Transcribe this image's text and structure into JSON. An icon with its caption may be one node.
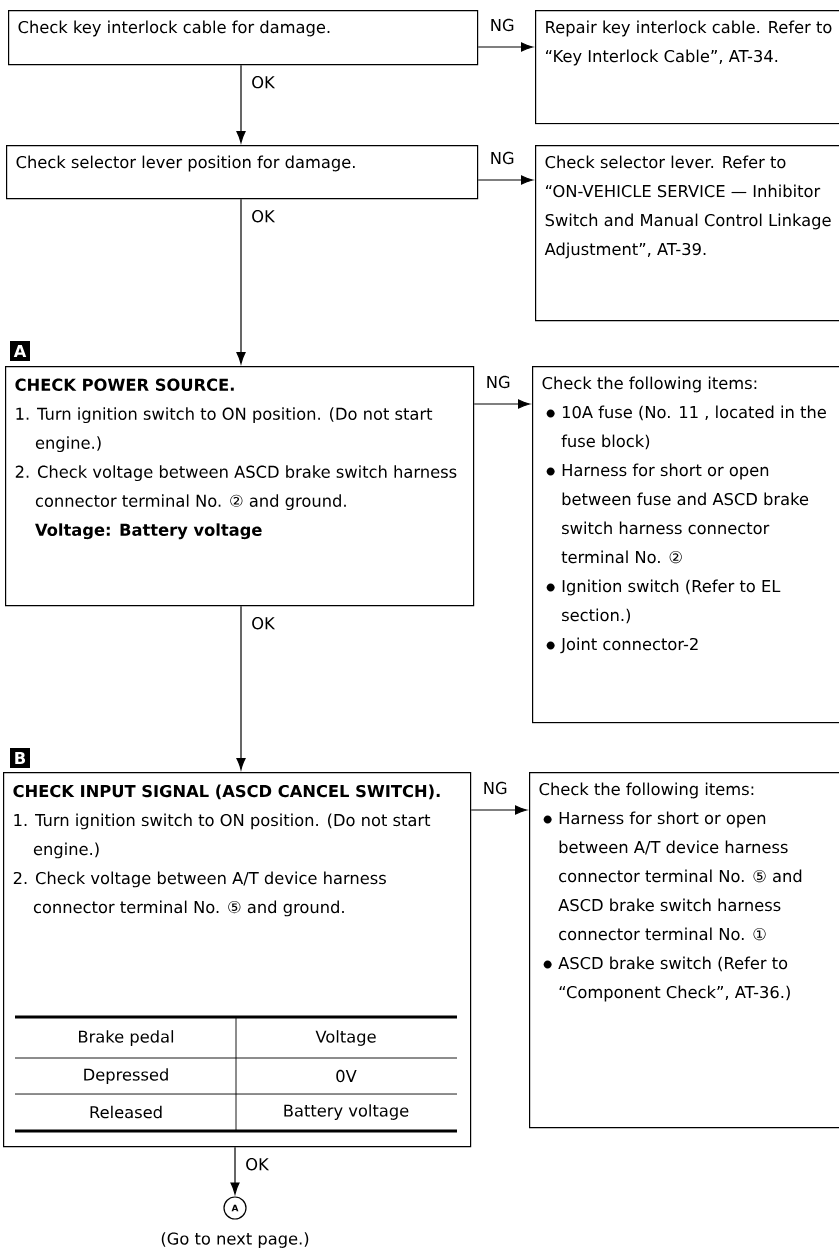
{
  "diagram": {
    "nodes": [
      {
        "text": [
          "Check key interlock cable for damage."
        ]
      },
      {
        "text": [
          "Repair key interlock cable. Refer to “Key Interlock Cable”, AT-34."
        ]
      },
      {
        "text": [
          "Check selector lever position for damage."
        ]
      },
      {
        "text": [
          "Check selector lever. Refer to “ON-VEHICLE SERVICE — Inhibitor Switch and Manual Control Linkage Adjustment”, AT-39."
        ]
      },
      {
        "text": [
          "CHECK POWER SOURCE.",
          "1. Turn ignition switch to ON position. (Do not start engine.)",
          "2. Check voltage between ASCD brake switch harness connector terminal No. ② and ground.",
          "Voltage: Battery voltage"
        ]
      },
      {
        "text": [
          "Check the following items:",
          "10A fuse (No. 11 , located in the fuse block)",
          "Harness for short or open between fuse and ASCD brake switch harness connector terminal No. ②",
          "Ignition switch (Refer to EL section.)",
          "Joint connector-2"
        ]
      },
      {
        "text": [
          "CHECK INPUT SIGNAL (ASCD CANCEL SWITCH).",
          "1. Turn ignition switch to ON position. (Do not start engine.)",
          "2. Check voltage between A/T device harness connector terminal No. ⑤ and ground."
        ]
      },
      {
        "text": [
          "Check the following items:",
          "Harness for short or open between A/T device harness connector terminal No. ⑤ and ASCD brake switch harness connector terminal No. ①",
          "ASCD brake switch (Refer to “Component Check”, AT-36.)"
        ]
      },
      {
        "text": [
          "A"
        ],
        "beside": [
          "(Go to next page.)"
        ]
      }
    ],
    "edges": [
      {
        "from": 0,
        "to": 1,
        "arrow": "to",
        "label": "NG"
      },
      {
        "from": 0,
        "to": 2,
        "arrow": "to",
        "label": "OK"
      },
      {
        "from": 2,
        "to": 3,
        "arrow": "to",
        "label": "NG"
      },
      {
        "from": 2,
        "to": 4,
        "arrow": "to",
        "label": "OK"
      },
      {
        "from": 4,
        "to": 5,
        "arrow": "to",
        "label": "NG"
      },
      {
        "from": 4,
        "to": 6,
        "arrow": "to",
        "label": "OK"
      },
      {
        "from": 6,
        "to": 7,
        "arrow": "to",
        "label": "NG"
      },
      {
        "from": 6,
        "to": 8,
        "arrow": "to",
        "label": "OK"
      }
    ],
    "labels": [
      "A",
      "B",
      "Brake pedal",
      "Voltage",
      "Depressed",
      "0V",
      "Released",
      "Battery voltage"
    ]
  }
}
